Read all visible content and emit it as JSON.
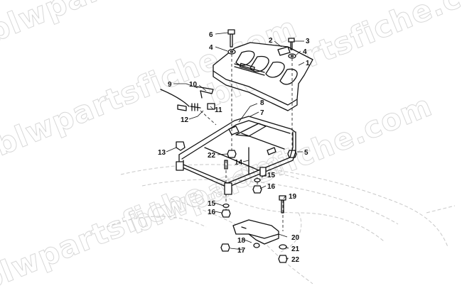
{
  "watermark": "blwpartsfiche.com",
  "callouts": [
    {
      "id": "c1",
      "label": "1"
    },
    {
      "id": "c2",
      "label": "2"
    },
    {
      "id": "c3",
      "label": "3"
    },
    {
      "id": "c4a",
      "label": "4"
    },
    {
      "id": "c4b",
      "label": "4"
    },
    {
      "id": "c5",
      "label": "5"
    },
    {
      "id": "c6",
      "label": "6"
    },
    {
      "id": "c7",
      "label": "7"
    },
    {
      "id": "c8",
      "label": "8"
    },
    {
      "id": "c9",
      "label": "9"
    },
    {
      "id": "c10",
      "label": "10"
    },
    {
      "id": "c11",
      "label": "11"
    },
    {
      "id": "c12",
      "label": "12"
    },
    {
      "id": "c13",
      "label": "13"
    },
    {
      "id": "c14",
      "label": "14"
    },
    {
      "id": "c15a",
      "label": "15"
    },
    {
      "id": "c15b",
      "label": "15"
    },
    {
      "id": "c16a",
      "label": "16"
    },
    {
      "id": "c16b",
      "label": "16"
    },
    {
      "id": "c17",
      "label": "17"
    },
    {
      "id": "c18",
      "label": "18"
    },
    {
      "id": "c19",
      "label": "19"
    },
    {
      "id": "c20",
      "label": "20"
    },
    {
      "id": "c21",
      "label": "21"
    },
    {
      "id": "c22a",
      "label": "22"
    },
    {
      "id": "c22b",
      "label": "22"
    }
  ]
}
